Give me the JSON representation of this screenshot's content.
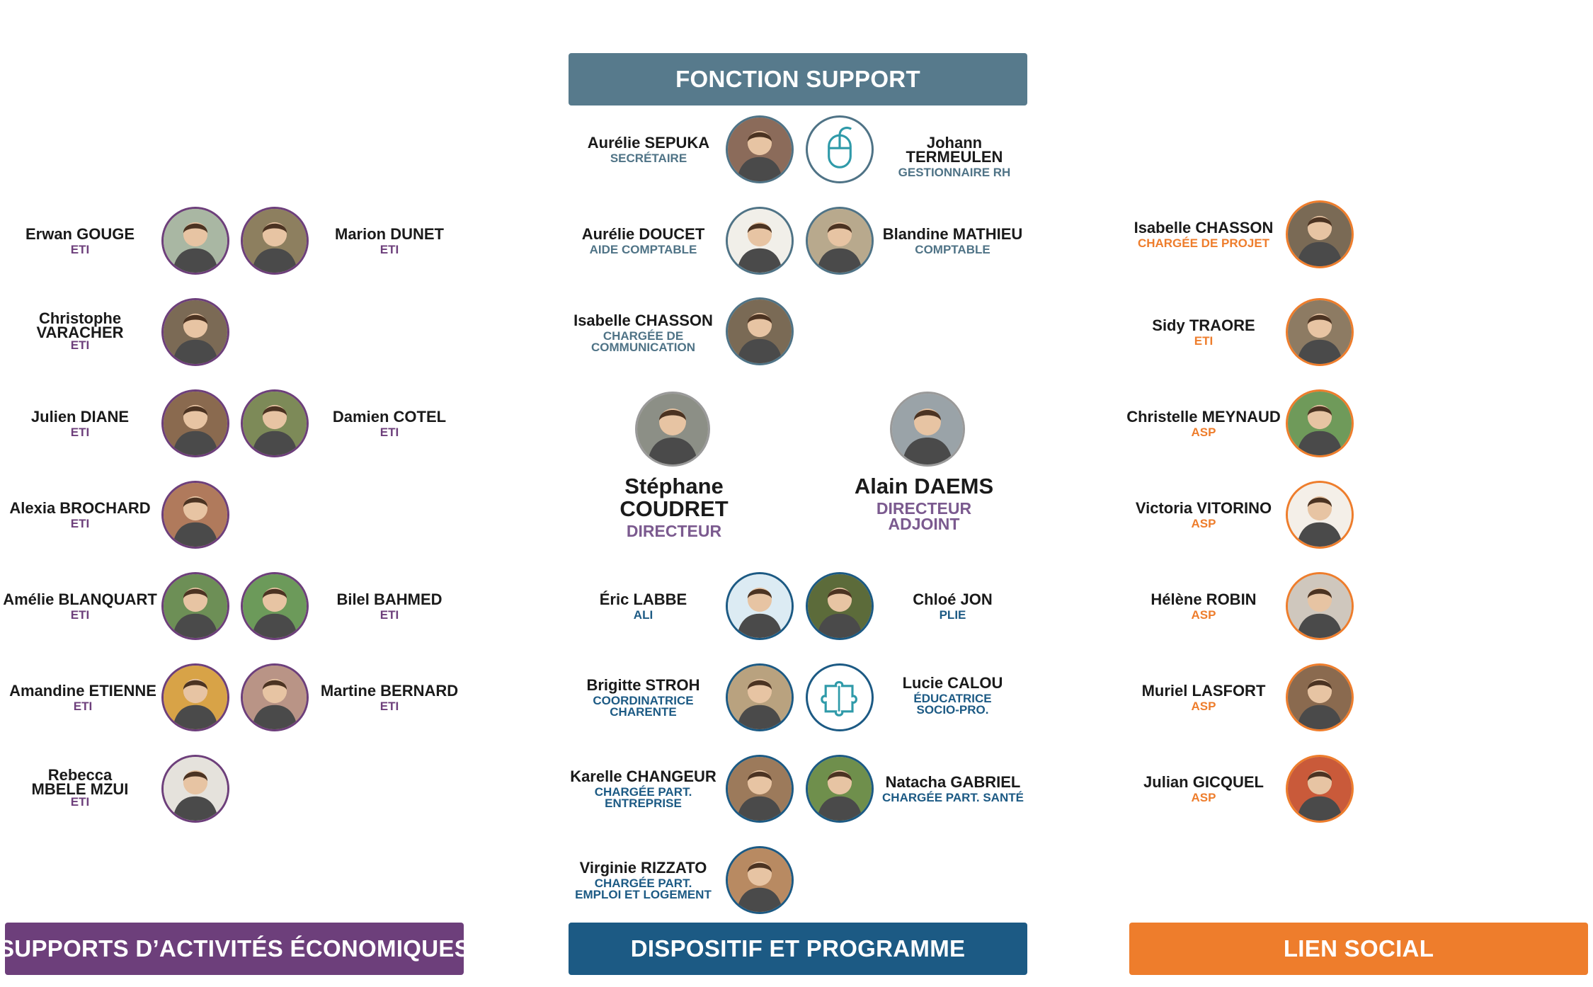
{
  "banners": {
    "fonction_support": "FONCTION SUPPORT",
    "supports_activites": "SUPPORTS D’ACTIVITÉS ÉCONOMIQUES",
    "dispositif": "DISPOSITIF ET PROGRAMME",
    "lien_social": "LIEN SOCIAL"
  },
  "colors": {
    "slate": "#577a8c",
    "purple": "#6d3f7b",
    "blue": "#1c5a84",
    "orange": "#ee7d2c"
  },
  "support": {
    "sepuka": {
      "name": "Aurélie SEPUKA",
      "role": "SECRÉTAIRE"
    },
    "termeulen": {
      "name": "Johann TERMEULEN",
      "role": "GESTIONNAIRE RH",
      "icon": "computer-mouse-icon"
    },
    "doucet": {
      "name": "Aurélie DOUCET",
      "role": "AIDE COMPTABLE"
    },
    "mathieu": {
      "name": "Blandine MATHIEU",
      "role": "COMPTABLE"
    },
    "chasson_com": {
      "name": "Isabelle CHASSON",
      "role1": "CHARGÉE DE",
      "role2": "COMMUNICATION"
    }
  },
  "directors": {
    "coudret": {
      "name": "Stéphane COUDRET",
      "role": "DIRECTEUR"
    },
    "daems": {
      "name": "Alain DAEMS",
      "role1": "DIRECTEUR",
      "role2": "ADJOINT"
    }
  },
  "sae": {
    "gouge": {
      "name": "Erwan GOUGE",
      "role": "ETI"
    },
    "dunet": {
      "name": "Marion DUNET",
      "role": "ETI"
    },
    "varacher": {
      "name1": "Christophe",
      "name2": "VARACHER",
      "role": "ETI"
    },
    "diane": {
      "name": "Julien DIANE",
      "role": "ETI"
    },
    "cotel": {
      "name": "Damien COTEL",
      "role": "ETI"
    },
    "brochard": {
      "name": "Alexia BROCHARD",
      "role": "ETI"
    },
    "blanquart": {
      "name": "Amélie BLANQUART",
      "role": "ETI"
    },
    "bahmed": {
      "name": "Bilel BAHMED",
      "role": "ETI"
    },
    "etienne": {
      "name": "Amandine ETIENNE",
      "role": "ETI"
    },
    "bernard": {
      "name": "Martine BERNARD",
      "role": "ETI"
    },
    "mbele": {
      "name1": "Rebecca",
      "name2": "MBELE MZUI",
      "role": "ETI"
    }
  },
  "dispositif": {
    "labbe": {
      "name": "Éric LABBE",
      "role": "ALI"
    },
    "jon": {
      "name": "Chloé JON",
      "role": "PLIE"
    },
    "stroh": {
      "name": "Brigitte STROH",
      "role1": "COORDINATRICE",
      "role2": "CHARENTE"
    },
    "calou": {
      "name": "Lucie CALOU",
      "role1": "ÉDUCATRICE",
      "role2": "SOCIO-PRO.",
      "icon": "puzzle-icon"
    },
    "changeur": {
      "name": "Karelle CHANGEUR",
      "role1": "CHARGÉE PART.",
      "role2": "ENTREPRISE"
    },
    "gabriel": {
      "name": "Natacha GABRIEL",
      "role": "CHARGÉE PART. SANTÉ"
    },
    "rizzato": {
      "name": "Virginie RIZZATO",
      "role1": "CHARGÉE PART.",
      "role2": "EMPLOI ET LOGEMENT"
    }
  },
  "lien": {
    "chasson": {
      "name": "Isabelle CHASSON",
      "role": "CHARGÉE DE PROJET"
    },
    "traore": {
      "name": "Sidy TRAORE",
      "role": "ETI"
    },
    "meynaud": {
      "name": "Christelle MEYNAUD",
      "role": "ASP"
    },
    "vitorino": {
      "name": "Victoria VITORINO",
      "role": "ASP"
    },
    "robin": {
      "name": "Hélène ROBIN",
      "role": "ASP"
    },
    "lasfort": {
      "name": "Muriel LASFORT",
      "role": "ASP"
    },
    "gicquel": {
      "name": "Julian GICQUEL",
      "role": "ASP"
    }
  }
}
